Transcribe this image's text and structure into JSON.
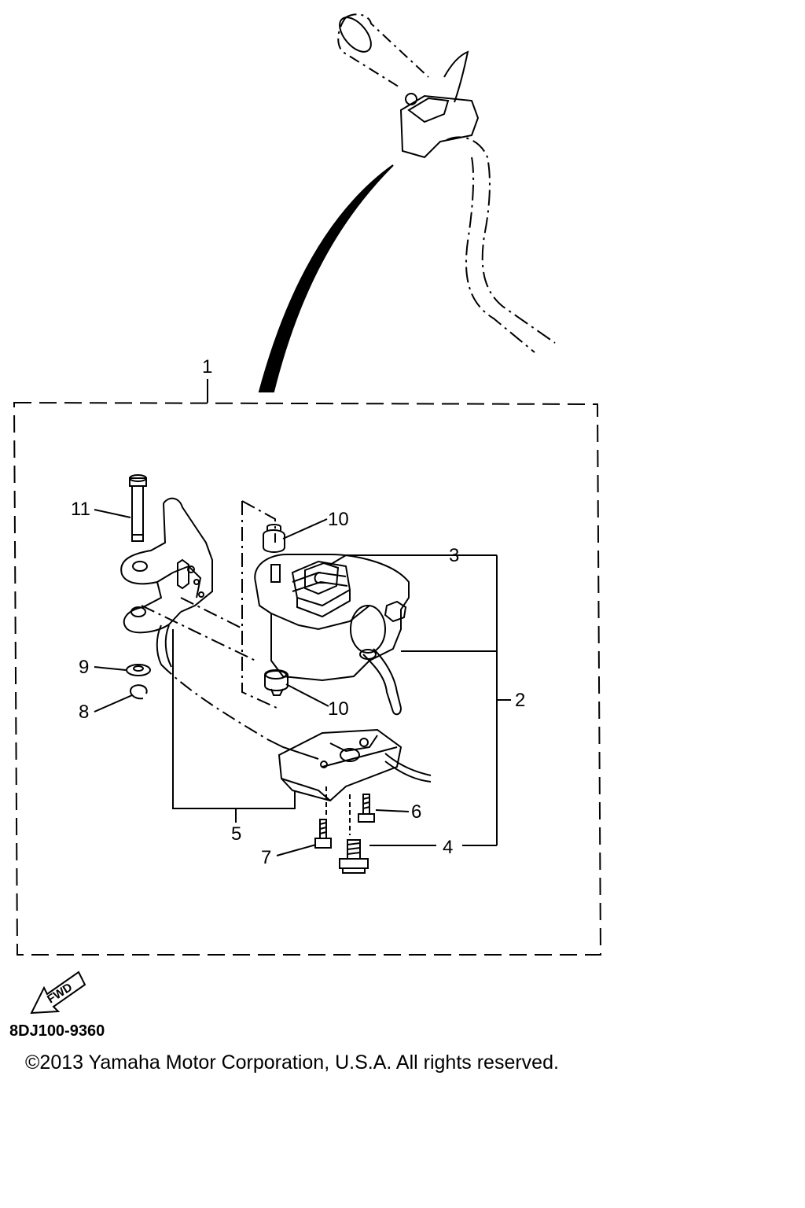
{
  "callouts": {
    "c1": "1",
    "c2": "2",
    "c3": "3",
    "c4": "4",
    "c5": "5",
    "c6": "6",
    "c7": "7",
    "c8": "8",
    "c9": "9",
    "c10a": "10",
    "c10b": "10",
    "c11": "11"
  },
  "fwd_label": "FWD",
  "diagram_code": "8DJ100-9360",
  "copyright": "©2013 Yamaha Motor Corporation, U.S.A. All rights reserved."
}
